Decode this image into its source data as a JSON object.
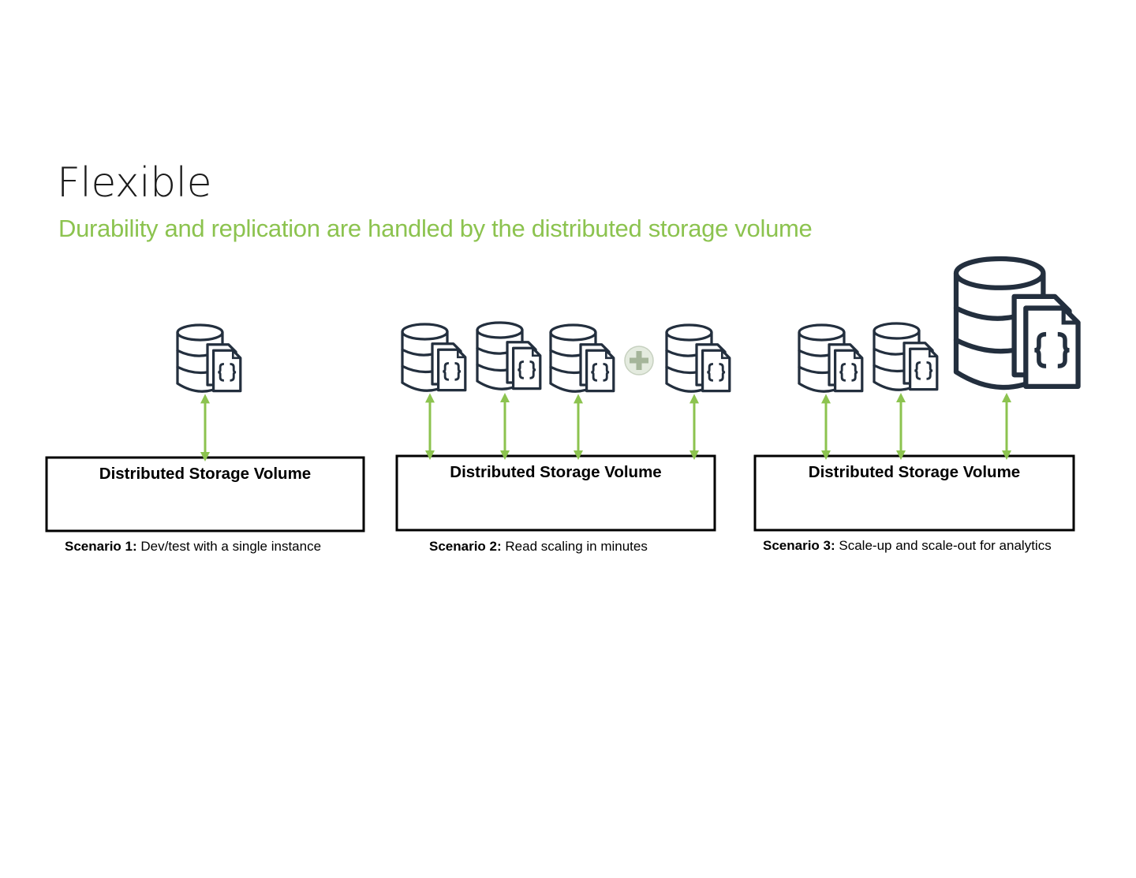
{
  "slide": {
    "title": "Flexible",
    "subtitle": "Durability and replication are handled by the distributed storage volume"
  },
  "colors": {
    "accent": "#8cc34f",
    "icon": "#232f3e",
    "plus": "#a5b59a"
  },
  "scenarios": [
    {
      "box_label": "Distributed Storage Volume",
      "caption_bold": "Scenario 1:",
      "caption_text": " Dev/test with a single instance",
      "instances": [
        "database-instance-icon"
      ]
    },
    {
      "box_label": "Distributed Storage Volume",
      "caption_bold": "Scenario 2:",
      "caption_text": " Read scaling in minutes",
      "instances": [
        "database-instance-icon",
        "database-instance-icon",
        "database-instance-icon",
        "database-instance-icon"
      ],
      "extra_icon": "plus-icon"
    },
    {
      "box_label": "Distributed Storage Volume",
      "caption_bold": "Scenario 3:",
      "caption_text": " Scale-up and scale-out for analytics",
      "instances": [
        "database-instance-icon",
        "database-instance-icon",
        "large-database-instance-icon"
      ]
    }
  ]
}
